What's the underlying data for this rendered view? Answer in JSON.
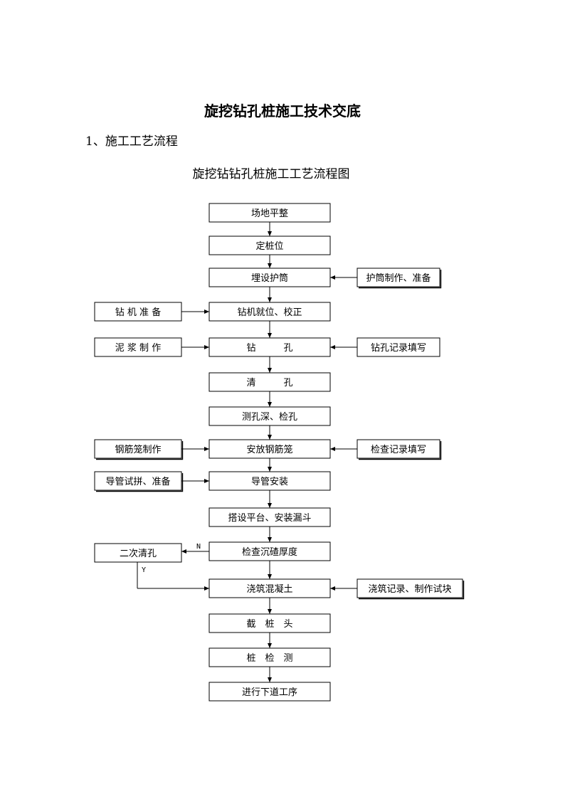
{
  "document": {
    "title": "旋挖钻孔桩施工技术交底",
    "section_heading": "1、施工工艺流程",
    "chart_title": "旋挖钻钻孔桩施工工艺流程图"
  },
  "flowchart": {
    "main_steps": [
      {
        "id": "m1",
        "label": "场地平整"
      },
      {
        "id": "m2",
        "label": "定桩位"
      },
      {
        "id": "m3",
        "label": "埋设护筒"
      },
      {
        "id": "m4",
        "label": "钻机就位、校正"
      },
      {
        "id": "m5",
        "label": "钻　　　孔"
      },
      {
        "id": "m6",
        "label": "清　　　孔"
      },
      {
        "id": "m7",
        "label": "测孔深、检孔"
      },
      {
        "id": "m8",
        "label": "安放钢筋笼"
      },
      {
        "id": "m9",
        "label": "导管安装"
      },
      {
        "id": "m10",
        "label": "搭设平台、安装漏斗"
      },
      {
        "id": "m11",
        "label": "检查沉碴厚度"
      },
      {
        "id": "m12",
        "label": "浇筑混凝土"
      },
      {
        "id": "m13",
        "label": "截　桩　头"
      },
      {
        "id": "m14",
        "label": "桩　检　测"
      },
      {
        "id": "m15",
        "label": "进行下道工序"
      }
    ],
    "left_steps": [
      {
        "id": "l1",
        "label": "钻 机 准 备",
        "target": "m4"
      },
      {
        "id": "l2",
        "label": "泥 浆 制 作",
        "target": "m5"
      },
      {
        "id": "l3",
        "label": "钢筋笼制作",
        "target": "m8"
      },
      {
        "id": "l4",
        "label": "导管试拼、准备",
        "target": "m9"
      },
      {
        "id": "l5",
        "label": "二次清孔",
        "source": "m11",
        "loop_target": "m12"
      }
    ],
    "right_steps": [
      {
        "id": "r1",
        "label": "护筒制作、准备",
        "target": "m3"
      },
      {
        "id": "r2",
        "label": "钻孔记录填写",
        "target": "m5"
      },
      {
        "id": "r3",
        "label": "检查记录填写",
        "target": "m8"
      },
      {
        "id": "r4",
        "label": "浇筑记录、制作试块",
        "target": "m12"
      }
    ],
    "decision_labels": {
      "no": "N",
      "yes": "Y"
    }
  }
}
